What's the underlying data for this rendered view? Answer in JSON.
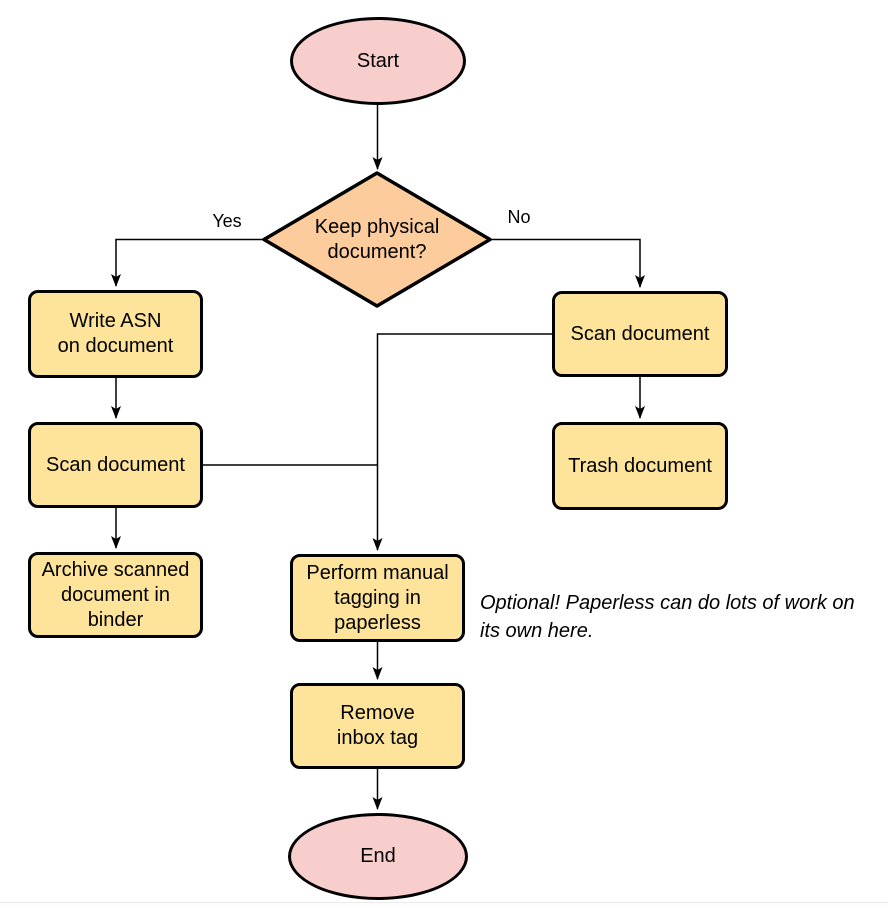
{
  "diagram": {
    "type": "flowchart",
    "nodes": {
      "start": {
        "shape": "terminator",
        "label": "Start"
      },
      "decision": {
        "shape": "decision",
        "label": "Keep physical\ndocument?"
      },
      "write_asn": {
        "shape": "process",
        "label": "Write ASN\non document"
      },
      "scan_left": {
        "shape": "process",
        "label": "Scan document"
      },
      "archive": {
        "shape": "process",
        "label": "Archive scanned\ndocument in\nbinder"
      },
      "scan_right": {
        "shape": "process",
        "label": "Scan document"
      },
      "trash": {
        "shape": "process",
        "label": "Trash document"
      },
      "tagging": {
        "shape": "process",
        "label": "Perform manual\ntagging in\npaperless"
      },
      "remove_inbox": {
        "shape": "process",
        "label": "Remove\ninbox tag"
      },
      "end": {
        "shape": "terminator",
        "label": "End"
      }
    },
    "edge_labels": {
      "yes": "Yes",
      "no": "No"
    },
    "edges": [
      {
        "from": "start",
        "to": "decision",
        "label": ""
      },
      {
        "from": "decision",
        "to": "write_asn",
        "label": "Yes"
      },
      {
        "from": "decision",
        "to": "scan_right",
        "label": "No"
      },
      {
        "from": "write_asn",
        "to": "scan_left",
        "label": ""
      },
      {
        "from": "scan_left",
        "to": "archive",
        "label": ""
      },
      {
        "from": "scan_right",
        "to": "trash",
        "label": ""
      },
      {
        "from": "scan_left",
        "to": "tagging",
        "label": ""
      },
      {
        "from": "scan_right",
        "to": "tagging",
        "label": ""
      },
      {
        "from": "tagging",
        "to": "remove_inbox",
        "label": ""
      },
      {
        "from": "remove_inbox",
        "to": "end",
        "label": ""
      }
    ],
    "annotation": "Optional! Paperless can do lots of work on\nits own here.",
    "colors": {
      "terminator_fill": "#F8CECC",
      "decision_fill": "#FCCC9C",
      "process_fill": "#FDE49A",
      "stroke": "#000000",
      "connector": "#000000"
    }
  }
}
